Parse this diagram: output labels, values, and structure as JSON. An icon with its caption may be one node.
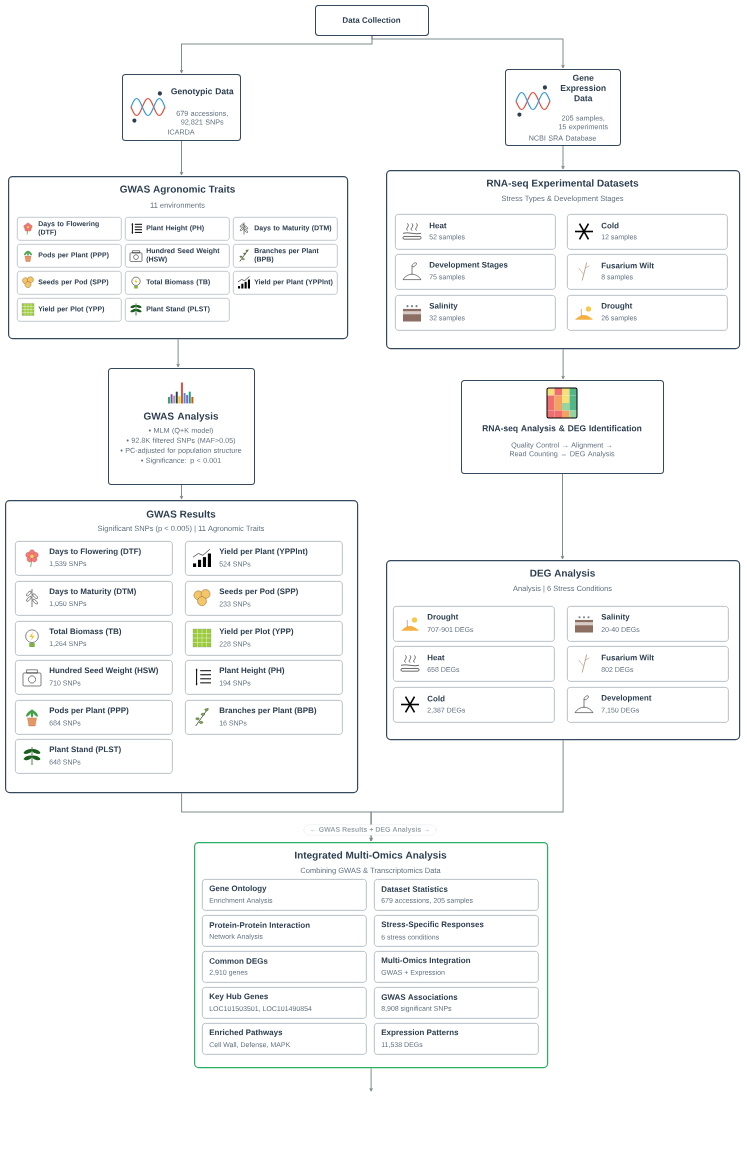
{
  "diagram": {
    "nodes": [
      {
        "text": [
          "Data Collection"
        ]
      },
      {
        "text": [
          "Genotypic Data",
          "679 accessions, 92,821 SNPs",
          "ICARDA"
        ]
      },
      {
        "text": [
          "Gene Expression Data",
          "205 samples, 15 experiments",
          "NCBI SRA Database"
        ]
      },
      {
        "text": [
          "GWAS Agronomic Traits",
          "11 environments"
        ]
      },
      {
        "text": [
          "Days to Flowering (DTF)"
        ],
        "in": 3
      },
      {
        "text": [
          "Plant Height (PH)"
        ],
        "in": 3
      },
      {
        "text": [
          "Days to Maturity (DTM)"
        ],
        "in": 3
      },
      {
        "text": [
          "Pods per Plant (PPP)"
        ],
        "in": 3
      },
      {
        "text": [
          "Hundred Seed Weight (HSW)"
        ],
        "in": 3
      },
      {
        "text": [
          "Branches per Plant (BPB)"
        ],
        "in": 3
      },
      {
        "text": [
          "Seeds per Pod (SPP)"
        ],
        "in": 3
      },
      {
        "text": [
          "Total Biomass (TB)"
        ],
        "in": 3
      },
      {
        "text": [
          "Yield per Plant (YPPlnt)"
        ],
        "in": 3
      },
      {
        "text": [
          "Yield per Plot (YPP)"
        ],
        "in": 3
      },
      {
        "text": [
          "Plant Stand (PLST)"
        ],
        "in": 3
      },
      {
        "text": [
          "GWAS Analysis",
          "• MLM (Q+K model)",
          "• 92.8K filtered SNPs (MAF>0.05)",
          "• PC-adjusted for population structure",
          "• Significance: p < 0.001"
        ]
      },
      {
        "text": [
          "GWAS Results",
          "Significant SNPs (p < 0.005) | 11 Agronomic Traits"
        ]
      },
      {
        "text": [
          "Days to Flowering (DTF)",
          "1,539 SNPs"
        ],
        "in": 16
      },
      {
        "text": [
          "Yield per Plant (YPPlnt)",
          "524 SNPs"
        ],
        "in": 16
      },
      {
        "text": [
          "Days to Maturity (DTM)",
          "1,050 SNPs"
        ],
        "in": 16
      },
      {
        "text": [
          "Seeds per Pod (SPP)",
          "233 SNPs"
        ],
        "in": 16
      },
      {
        "text": [
          "Total Biomass (TB)",
          "1,264 SNPs"
        ],
        "in": 16
      },
      {
        "text": [
          "Yield per Plot (YPP)",
          "228 SNPs"
        ],
        "in": 16
      },
      {
        "text": [
          "Hundred Seed Weight (HSW)",
          "710 SNPs"
        ],
        "in": 16
      },
      {
        "text": [
          "Plant Height (PH)",
          "194 SNPs"
        ],
        "in": 16
      },
      {
        "text": [
          "Pods per Plant (PPP)",
          "684 SNPs"
        ],
        "in": 16
      },
      {
        "text": [
          "Branches per Plant (BPB)",
          "16 SNPs"
        ],
        "in": 16
      },
      {
        "text": [
          "Plant Stand (PLST)",
          "648 SNPs"
        ],
        "in": 16
      },
      {
        "text": [
          "RNA-seq Experimental Datasets",
          "Stress Types & Development Stages"
        ]
      },
      {
        "text": [
          "Heat",
          "52 samples"
        ],
        "in": 28
      },
      {
        "text": [
          "Cold",
          "12 samples"
        ],
        "in": 28
      },
      {
        "text": [
          "Development Stages",
          "75 samples"
        ],
        "in": 28
      },
      {
        "text": [
          "Fusarium Wilt",
          "8 samples"
        ],
        "in": 28
      },
      {
        "text": [
          "Salinity",
          "32 samples"
        ],
        "in": 28
      },
      {
        "text": [
          "Drought",
          "26 samples"
        ],
        "in": 28
      },
      {
        "text": [
          "RNA-seq Analysis & DEG Identification",
          "Quality Control → Alignment → Read Counting → DEG Analysis"
        ]
      },
      {
        "text": [
          "DEG Analysis",
          "Analysis | 6 Stress Conditions"
        ]
      },
      {
        "text": [
          "Drought",
          "707-901 DEGs"
        ],
        "in": 36
      },
      {
        "text": [
          "Salinity",
          "20-40 DEGs"
        ],
        "in": 36
      },
      {
        "text": [
          "Heat",
          "658 DEGs"
        ],
        "in": 36
      },
      {
        "text": [
          "Fusarium Wilt",
          "802 DEGs"
        ],
        "in": 36
      },
      {
        "text": [
          "Cold",
          "2,387 DEGs"
        ],
        "in": 36
      },
      {
        "text": [
          "Development",
          "7,150 DEGs"
        ],
        "in": 36
      },
      {
        "text": [
          "Integrated Multi-Omics Analysis",
          "Combining GWAS & Transcriptomics Data"
        ]
      },
      {
        "text": [
          "Gene Ontology",
          "Enrichment Analysis"
        ],
        "in": 43
      },
      {
        "text": [
          "Dataset Statistics",
          "679 accessions, 205 samples"
        ],
        "in": 43
      },
      {
        "text": [
          "Protein-Protein Interaction",
          "Network Analysis"
        ],
        "in": 43
      },
      {
        "text": [
          "Stress-Specific Responses",
          "6 stress conditions"
        ],
        "in": 43
      },
      {
        "text": [
          "Common DEGs",
          "2,910 genes"
        ],
        "in": 43
      },
      {
        "text": [
          "Multi-Omics Integration",
          "GWAS + Expression"
        ],
        "in": 43
      },
      {
        "text": [
          "Key Hub Genes",
          "LOC101503501, LOC101490854"
        ],
        "in": 43
      },
      {
        "text": [
          "GWAS Associations",
          "8,908 significant SNPs"
        ],
        "in": 43
      },
      {
        "text": [
          "Enriched Pathways",
          "Cell Wall, Defense, MAPK"
        ],
        "in": 43
      },
      {
        "text": [
          "Expression Patterns",
          "11,538 DEGs"
        ],
        "in": 43
      }
    ],
    "edges": [
      {
        "from": 0,
        "to": 1,
        "arrow": "to"
      },
      {
        "from": 0,
        "to": 2,
        "arrow": "to"
      },
      {
        "from": 1,
        "to": 3,
        "arrow": "to"
      },
      {
        "from": 2,
        "to": 28,
        "arrow": "to"
      },
      {
        "from": 3,
        "to": 15,
        "arrow": "to"
      },
      {
        "from": 15,
        "to": 16,
        "arrow": "to"
      },
      {
        "from": 28,
        "to": 35,
        "arrow": "to"
      },
      {
        "from": 35,
        "to": 36,
        "arrow": "to"
      },
      {
        "from": 16,
        "to": 43,
        "arrow": "to"
      },
      {
        "from": 36,
        "to": 43,
        "arrow": "to"
      },
      {
        "from": 43,
        "to": null,
        "arrow": "to"
      }
    ],
    "labels": [
      "← GWAS Results + DEG Analysis →"
    ]
  }
}
